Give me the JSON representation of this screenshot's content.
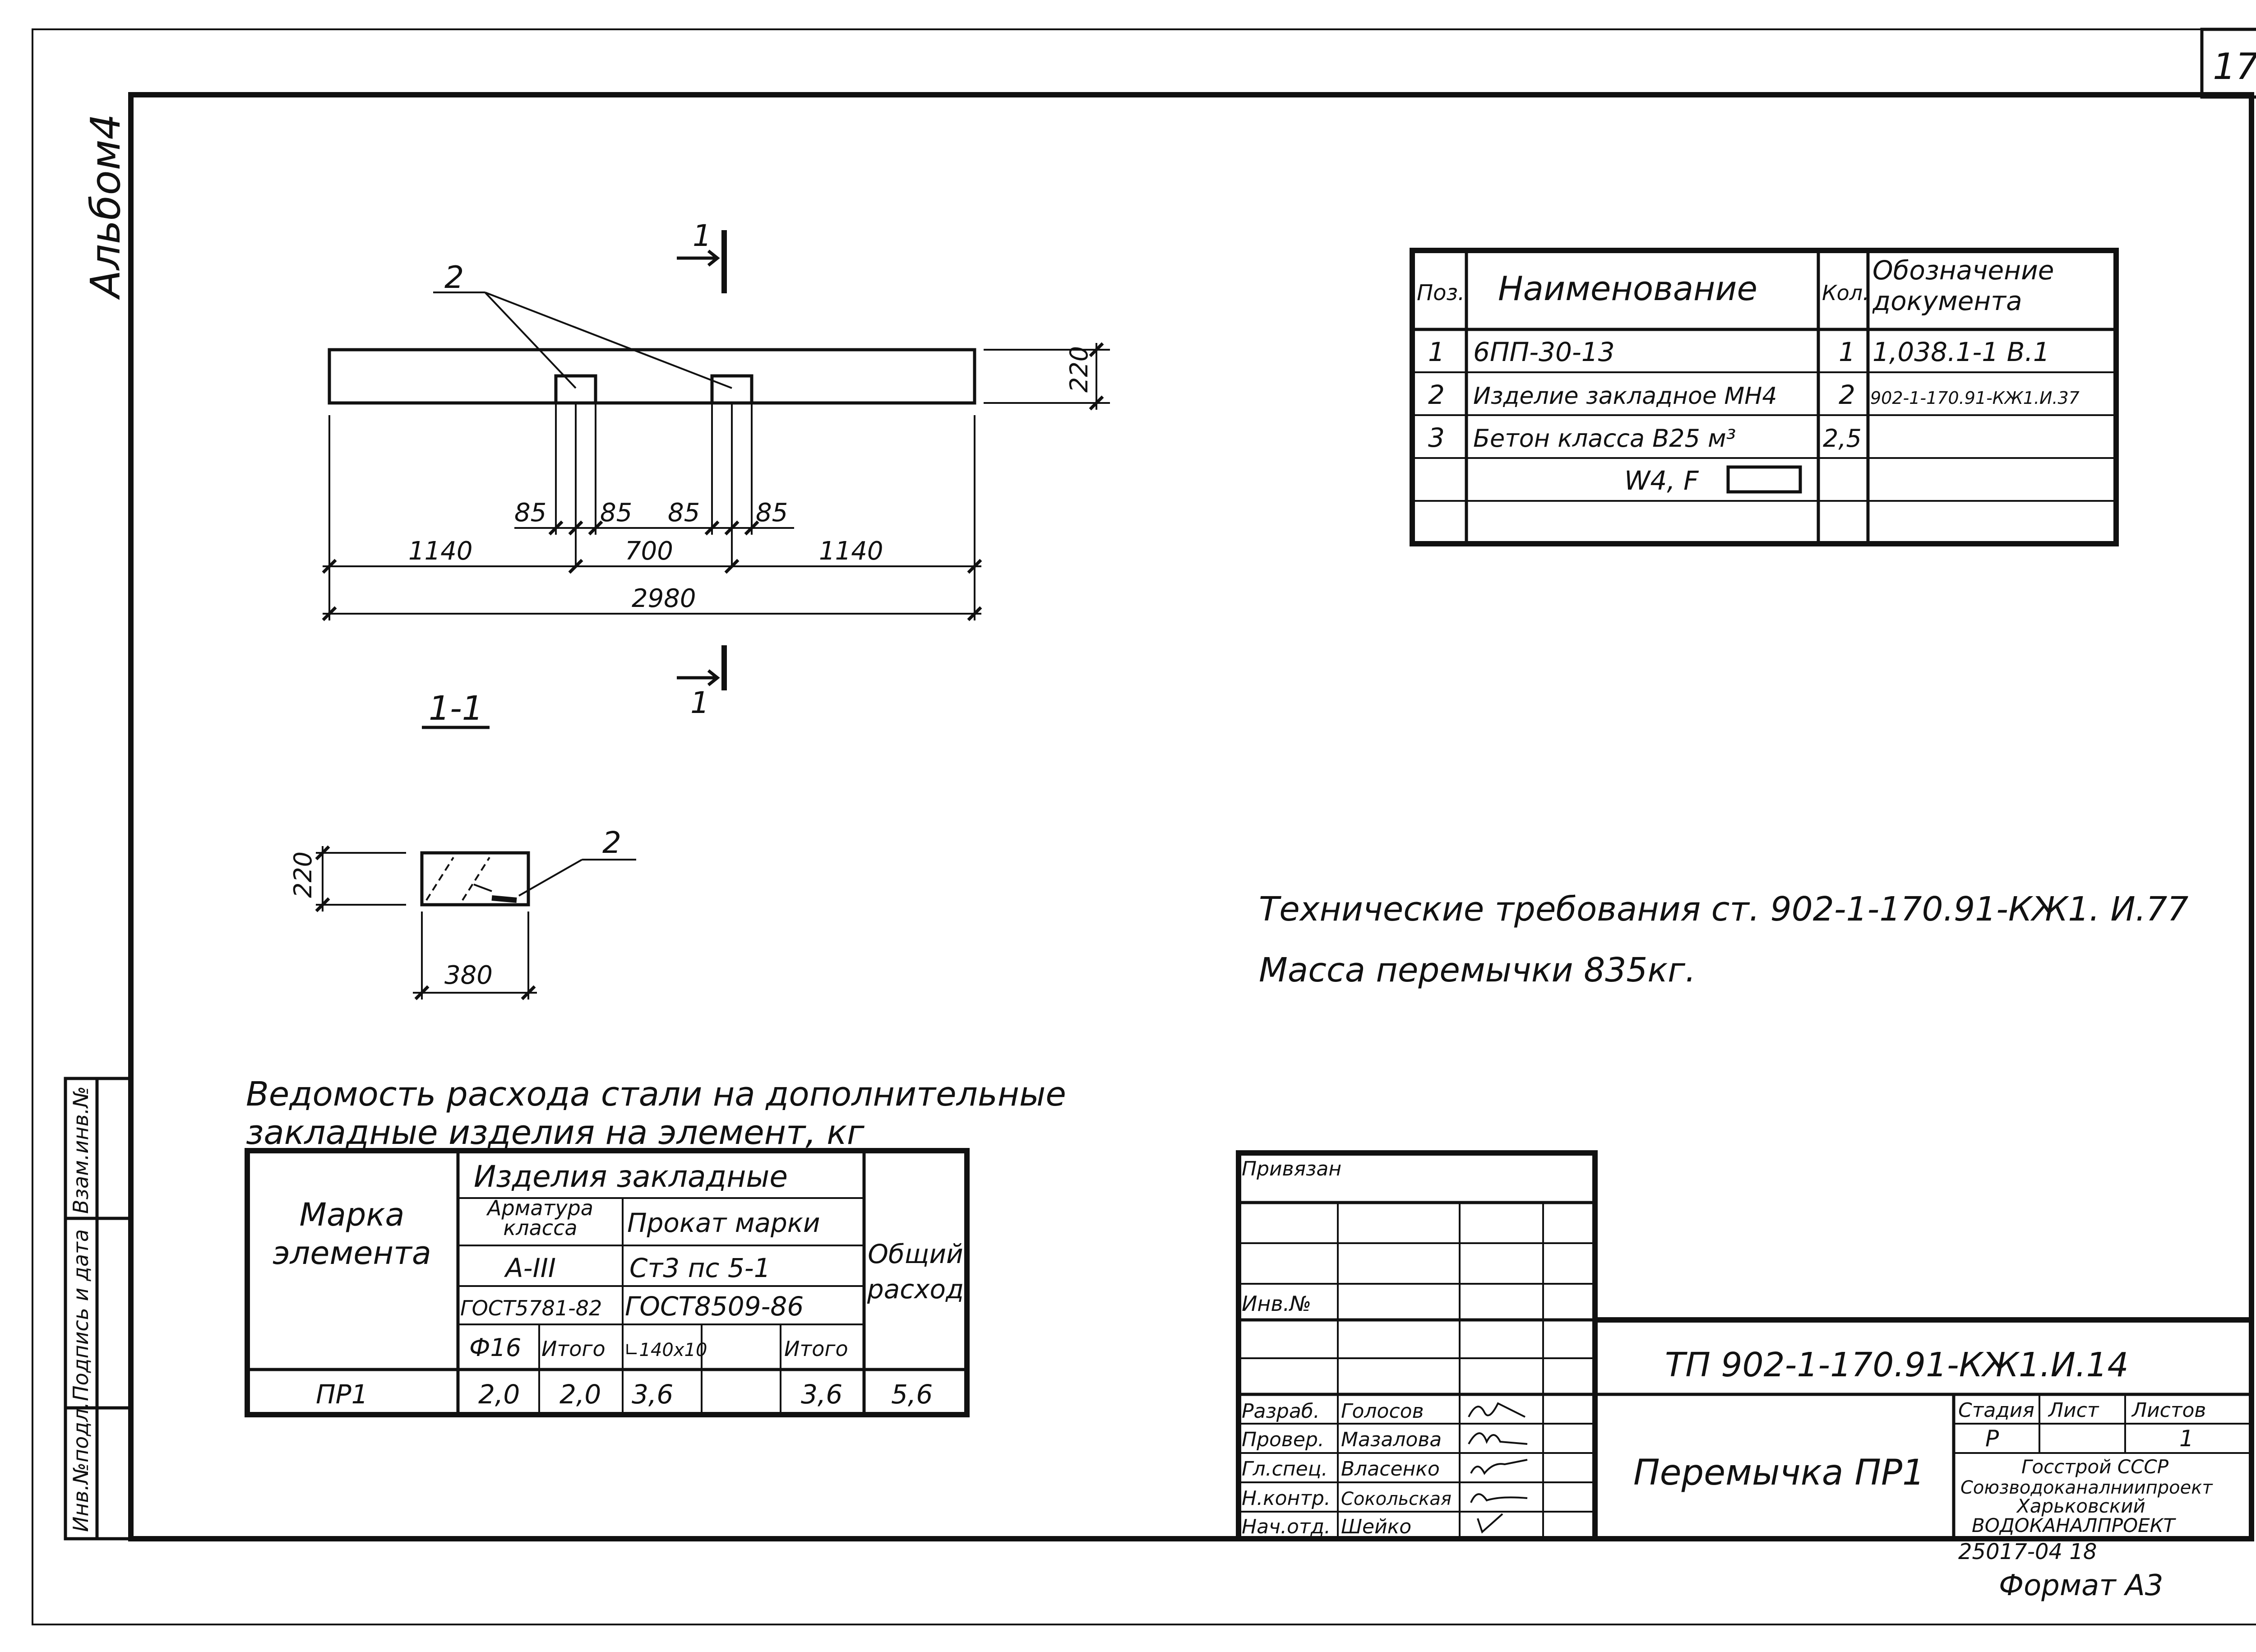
{
  "sheet": {
    "page_number": "17",
    "album": "Альбом4",
    "format": "Формат А3",
    "code_number": "25017-04  18"
  },
  "elevation": {
    "section_mark_top": "1",
    "section_mark_bottom": "1",
    "callout": "2",
    "height": "220",
    "dims_small": [
      "85",
      "85",
      "85",
      "85"
    ],
    "dims_mid": [
      "1140",
      "700",
      "1140"
    ],
    "overall": "2980"
  },
  "section": {
    "title": "1-1",
    "callout": "2",
    "height": "220",
    "width": "380"
  },
  "spec": {
    "headers": {
      "pos": "Поз.",
      "name": "Наименование",
      "qty": "Кол.",
      "doc": "Обозначение документа"
    },
    "rows": [
      {
        "pos": "1",
        "name": "6ПП-30-13",
        "qty": "1",
        "doc": "1,038.1-1   В.1"
      },
      {
        "pos": "2",
        "name": "Изделие закладное МН4",
        "qty": "2",
        "doc": "902-1-170.91-КЖ1.И.37"
      },
      {
        "pos": "3",
        "name": "Бетон класса В25  м³",
        "qty": "2,5",
        "doc": ""
      },
      {
        "pos": "",
        "name": "W4, F",
        "qty": "",
        "doc": ""
      }
    ]
  },
  "notes": {
    "line1": "Технические требования ст.  902-1-170.91-КЖ1. И.77",
    "line2": "Масса  перемычки  835кг."
  },
  "steel": {
    "title1": "Ведомость расхода стали на дополнительные",
    "title2": "закладные изделия на элемент, кг",
    "h_mark": "Марка элемента",
    "h_items": "Изделия закладные",
    "h_rebar": "Арматура класса",
    "h_rolled": "Прокат марки",
    "h_rebar_class": "А-III",
    "h_rolled_mark": "Ст3 пс 5-1",
    "h_rebar_gost": "ГОСТ5781-82",
    "h_rolled_gost": "ГОСТ8509-86",
    "h_total": "Общий расход",
    "h_d16": "Ф16",
    "h_sum1": "Итого",
    "h_angle": "∟140х10",
    "h_sum2": "Итого",
    "row": {
      "mark": "ПР1",
      "d16": "2,0",
      "sum1": "2,0",
      "angle": "3,6",
      "blank": "",
      "sum2": "3,6",
      "total": "5,6"
    }
  },
  "stamp": {
    "bound": "Привязан",
    "inv_no": "Инв.№",
    "designation": "ТП 902-1-170.91-КЖ1.И.14",
    "title": "Перемычка ПР1",
    "stage_label": "Стадия",
    "sheet_label": "Лист",
    "sheets_label": "Листов",
    "stage": "Р",
    "sheets": "1",
    "org1": "Госстрой СССР",
    "org2": "Союзводоканалниипроект",
    "org3": "Харьковский",
    "org4": "ВОДОКАНАЛПРОЕКТ",
    "roles": [
      {
        "role": "Разраб.",
        "name": "Голосов"
      },
      {
        "role": "Провер.",
        "name": "Мазалова"
      },
      {
        "role": "Гл.спец.",
        "name": "Власенко"
      },
      {
        "role": "Н.контр.",
        "name": "Сокольская"
      },
      {
        "role": "Нач.отд.",
        "name": "Шейко"
      }
    ]
  },
  "side_stamp": [
    "Инв.№подл.",
    "Подпись и дата",
    "Взам.инв.№"
  ]
}
